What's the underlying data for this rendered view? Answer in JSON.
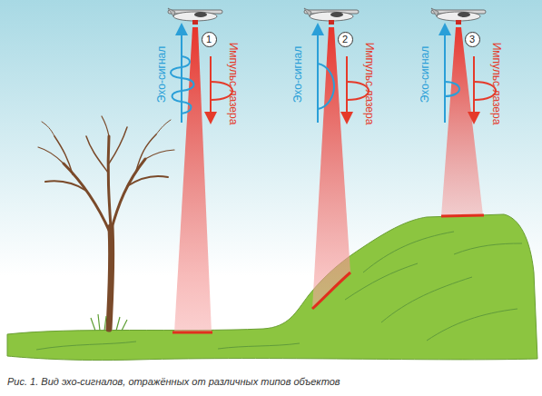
{
  "diagram": {
    "caption": "Рис. 1. Вид эхо-сигналов, отражённых от различных типов объектов",
    "nodes": [
      {
        "text": [
          "1"
        ]
      },
      {
        "text": [
          "2"
        ]
      },
      {
        "text": [
          "3"
        ]
      }
    ],
    "labels": [
      "Эхо-сигнал",
      "Импульс лазера",
      "Эхо-сигнал",
      "Импульс лазера",
      "Эхо-сигнал",
      "Импульс лазера"
    ]
  }
}
